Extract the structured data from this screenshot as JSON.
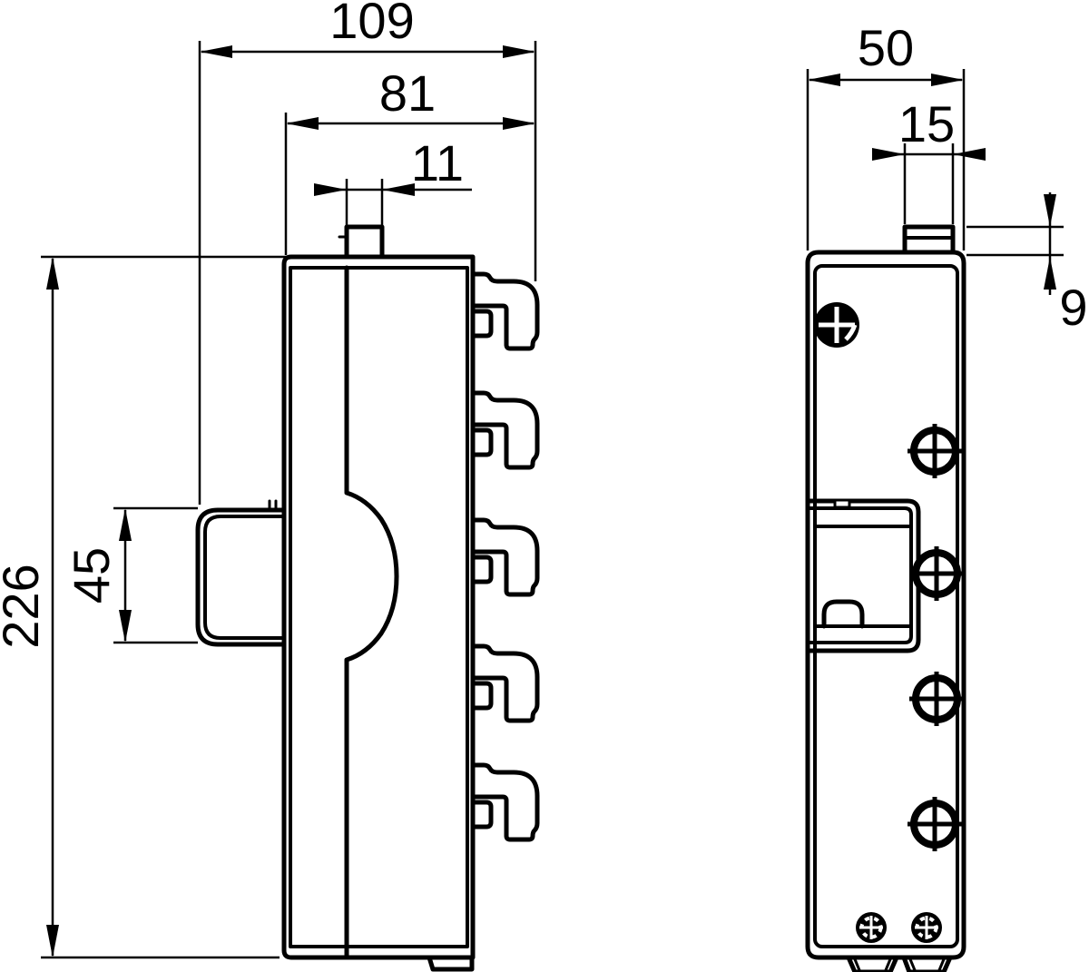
{
  "page": {
    "background_color": "#ffffff",
    "line_color": "#000000"
  },
  "drawing": {
    "kind": "technical dimension drawing, two orthographic views of a wall-mounted device",
    "views": [
      {
        "id": "side",
        "label": "side view with DIN-rail clip and five cable hooks"
      },
      {
        "id": "front",
        "label": "front view with screws and latch window"
      }
    ],
    "dimensions": {
      "side": {
        "overall_width": "109",
        "body_depth": "81",
        "knob_width": "11",
        "overall_height": "226",
        "clip_height": "45"
      },
      "front": {
        "overall_width": "50",
        "knob_width": "15",
        "knob_height": "9"
      }
    }
  }
}
